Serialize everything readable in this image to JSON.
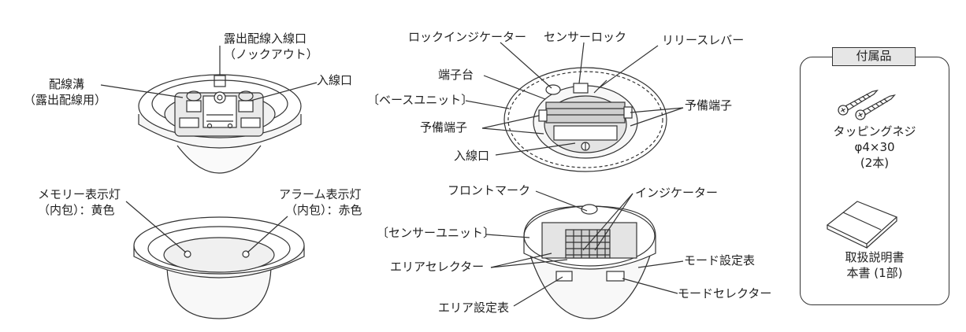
{
  "base_labels": {
    "exposed_wiring_inlet": "露出配線入線口",
    "knockout": "（ノックアウト）",
    "wiring_groove": "配線溝",
    "wiring_groove_sub": "（露出配線用）",
    "inlet": "入線口"
  },
  "indicator_labels": {
    "memory_lamp": "メモリー表示灯",
    "memory_color": "（内包）：黄色",
    "alarm_lamp": "アラーム表示灯",
    "alarm_color": "（内包）：赤色"
  },
  "unit_labels": {
    "lock_indicator": "ロックインジケーター",
    "sensor_lock": "センサーロック",
    "release_lever": "リリースレバー",
    "terminal_block": "端子台",
    "base_unit": "〔ベースユニット〕",
    "spare_terminal_right": "予備端子",
    "spare_terminal_left": "予備端子",
    "inlet": "入線口",
    "front_mark": "フロントマーク",
    "indicator": "インジケーター",
    "sensor_unit": "〔センサーユニット〕",
    "mode_table": "モード設定表",
    "area_selector": "エリアセレクター",
    "mode_selector": "モードセレクター",
    "area_table": "エリア設定表"
  },
  "accessories": {
    "title": "付属品",
    "screw_name": "タッピングネジ",
    "screw_size": "φ4×30",
    "screw_qty": "(2本)",
    "manual_name": "取扱説明書",
    "manual_qty": "本書 (1部)"
  }
}
